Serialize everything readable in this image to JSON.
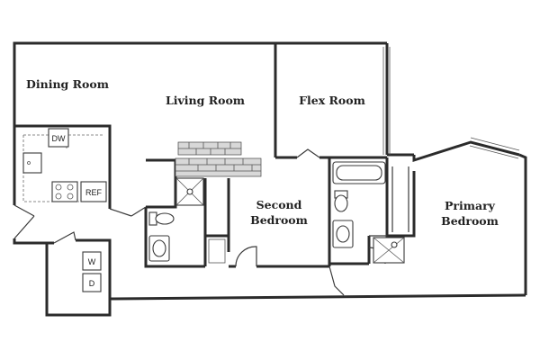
{
  "rooms": {
    "dining": "Dining Room",
    "living": "Living Room",
    "flex": "Flex Room",
    "second_line1": "Second",
    "second_line2": "Bedroom",
    "primary_line1": "Primary",
    "primary_line2": "Bedroom"
  },
  "appliances": {
    "dishwasher": "DW",
    "refrigerator": "REF",
    "washer": "W",
    "dryer": "D"
  }
}
